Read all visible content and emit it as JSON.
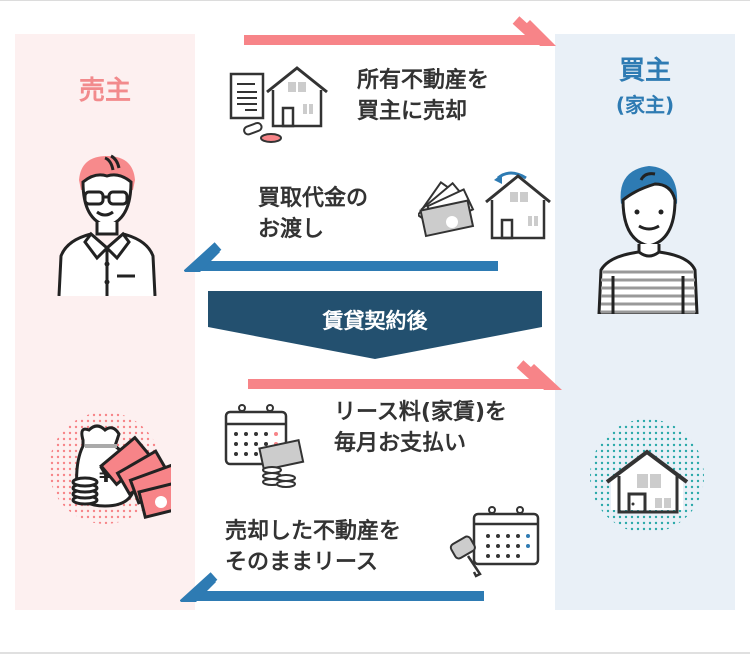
{
  "seller": {
    "title": "売主"
  },
  "buyer": {
    "title": "買主",
    "subtitle": "(家主)"
  },
  "steps": [
    {
      "line1": "所有不動産を",
      "line2": "買主に売却",
      "direction": "seller-to-buyer",
      "color": "#f78488"
    },
    {
      "line1": "買取代金の",
      "line2": "お渡し",
      "direction": "buyer-to-seller",
      "color": "#2e7bb3"
    },
    {
      "line1": "リース料(家賃)を",
      "line2": "毎月お支払い",
      "direction": "seller-to-buyer",
      "color": "#f78488"
    },
    {
      "line1": "売却した不動産を",
      "line2": "そのままリース",
      "direction": "buyer-to-seller",
      "color": "#2e7bb3"
    }
  ],
  "banner": {
    "label": "賃貸契約後",
    "color": "#23506f"
  },
  "colors": {
    "seller_bg": "#fdf0f0",
    "buyer_bg": "#e9f0f7",
    "seller_accent": "#f28a8c",
    "buyer_accent": "#2e7bb3",
    "dots_teal": "#2aa9a9"
  }
}
